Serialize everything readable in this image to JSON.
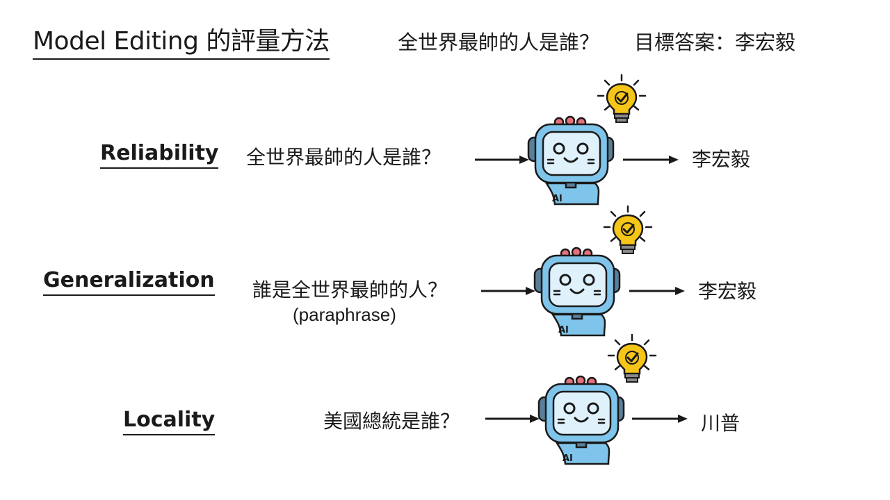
{
  "title": "Model Editing 的評量方法",
  "header": {
    "question": "全世界最帥的人是誰？",
    "target_label": "目標答案：李宏毅"
  },
  "rows": [
    {
      "metric": "Reliability",
      "question": "全世界最帥的人是誰？",
      "note": "",
      "answer": "李宏毅"
    },
    {
      "metric": "Generalization",
      "question": "誰是全世界最帥的人？",
      "note": "(paraphrase)",
      "answer": "李宏毅"
    },
    {
      "metric": "Locality",
      "question": "美國總統是誰？",
      "note": "",
      "answer": "川普"
    }
  ],
  "robot_badge": "AI",
  "icons": {
    "robot": "robot-icon",
    "bulb": "lightbulb-check-icon"
  },
  "colors": {
    "robot_body": "#7fc4ea",
    "robot_screen": "#dff1fb",
    "robot_dark": "#5a7f99",
    "robot_buttons": "#e8707a",
    "bulb": "#f5c518",
    "outline": "#1a1a1a"
  }
}
